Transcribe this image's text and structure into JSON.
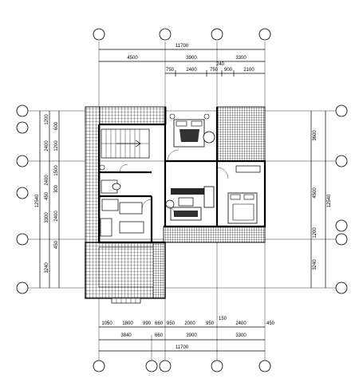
{
  "drawing": {
    "type": "floor-plan",
    "top_overall": "11700",
    "top_spans": [
      "4500",
      "3900",
      "3300"
    ],
    "top_sub_spans": [
      "750",
      "2400",
      "750",
      "900",
      "2100"
    ],
    "top_small": "240",
    "bottom_overall": "11700",
    "bottom_spans": [
      "3840",
      "660",
      "3900",
      "3300"
    ],
    "bottom_sub_spans": [
      "1050",
      "1800",
      "990",
      "660",
      "950",
      "2000",
      "950",
      "2400",
      "450"
    ],
    "bottom_small": "150",
    "left_dims": [
      "1200",
      "2400",
      "1200",
      "600",
      "2400",
      "1500",
      "300",
      "450",
      "3300",
      "2400",
      "450",
      "3240"
    ],
    "left_overall": "12540",
    "right_dims": [
      "3600",
      "4500",
      "1200",
      "3240"
    ],
    "right_overall": "12540"
  }
}
